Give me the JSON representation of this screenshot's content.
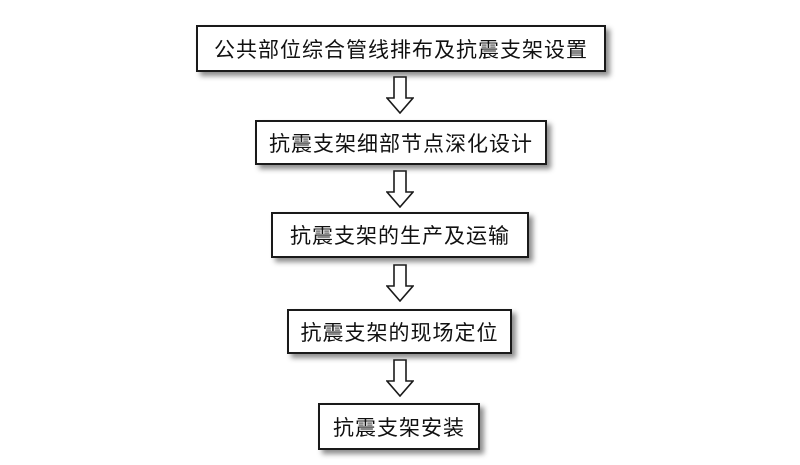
{
  "flowchart": {
    "steps": [
      "公共部位综合管线排布及抗震支架设置",
      "抗震支架细部节点深化设计",
      "抗震支架的生产及运输",
      "抗震支架的现场定位",
      "抗震支架安装"
    ],
    "arrow_icon": "hollow-down-arrow-icon",
    "colors": {
      "border": "#1a1a1a",
      "text": "#111111",
      "background": "#ffffff"
    }
  }
}
